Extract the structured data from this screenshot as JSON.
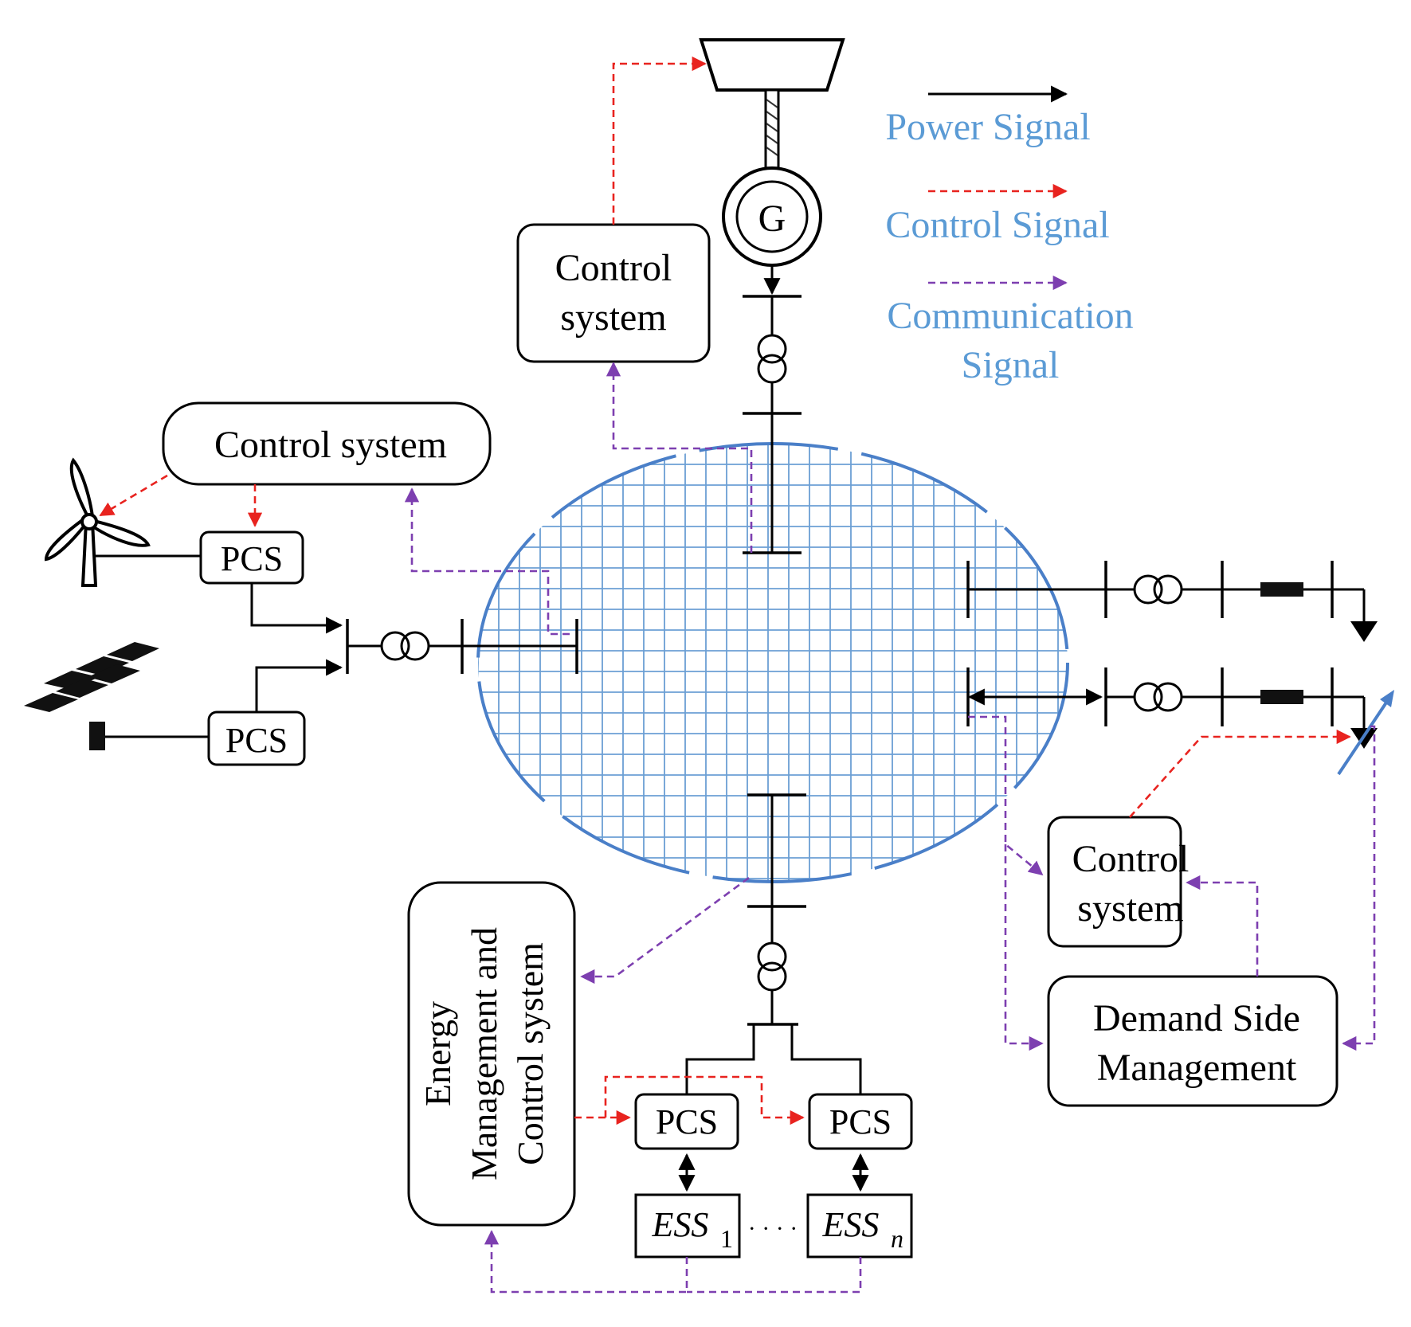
{
  "colors": {
    "power": "#000000",
    "control": "#e8231f",
    "communication": "#7d3fb0",
    "grid": "#6b9fd4",
    "grid_border": "#4a7fc8",
    "legend_text": "#5b9bd5"
  },
  "legend": {
    "power": "Power Signal",
    "control": "Control Signal",
    "communication_line1": "Communication",
    "communication_line2": "Signal"
  },
  "generator": {
    "symbol": "G",
    "control_line1": "Control",
    "control_line2": "system"
  },
  "renewables": {
    "control": "Control system",
    "wind_pcs": "PCS",
    "pv_pcs": "PCS",
    "icons": [
      "wind-turbine-icon",
      "solar-panel-icon"
    ]
  },
  "load_side": {
    "control_line1": "Control",
    "control_line2": "system",
    "dsm_line1": "Demand Side",
    "dsm_line2": "Management"
  },
  "storage": {
    "ems_line1": "Energy",
    "ems_line2": "Management and",
    "ems_line3": "Control system",
    "pcs1": "PCS",
    "pcsn": "PCS",
    "ess1": "ESS",
    "ess1_sub": "1",
    "essn": "ESS",
    "essn_sub": "n",
    "ellipsis": "· · · ·"
  }
}
